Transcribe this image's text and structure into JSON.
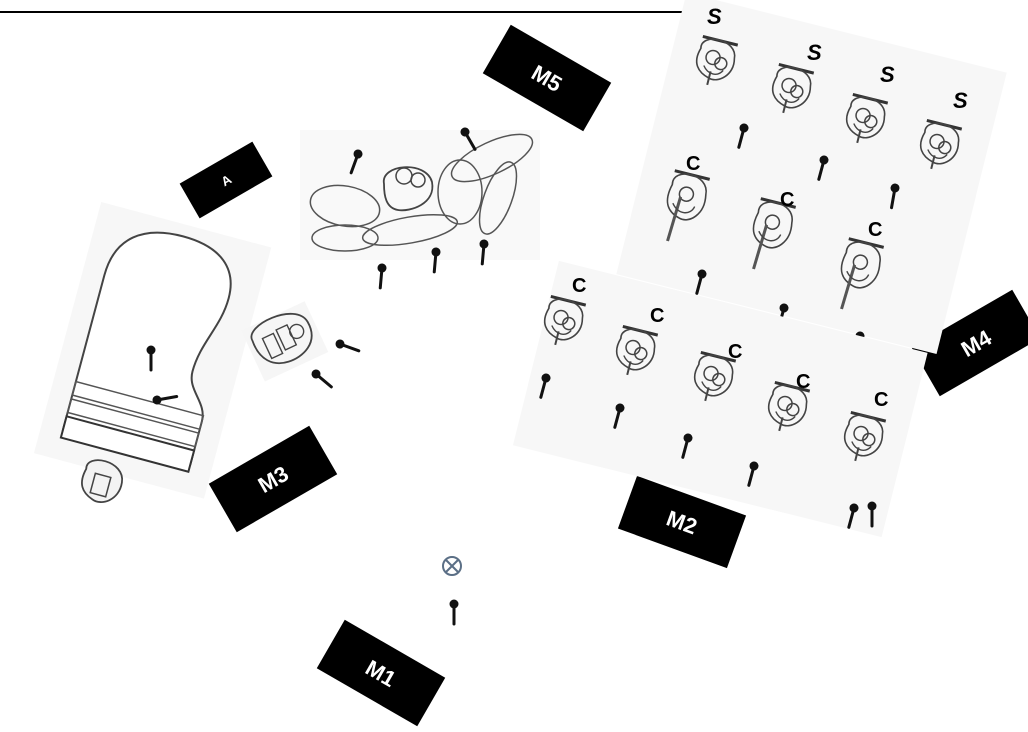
{
  "labels": {
    "a": "A",
    "m1": "M1",
    "m2": "M2",
    "m3": "M3",
    "m4": "M4",
    "m5": "M5"
  },
  "instrument_letters": {
    "s": "S",
    "c": "C"
  },
  "icons": {
    "conductor": "circle-x-icon",
    "microphone": "microphone-icon",
    "player": "player-chair-icon",
    "piano": "grand-piano-icon"
  },
  "colors": {
    "label_bg": "#000000",
    "label_text": "#ffffff",
    "line": "#222222",
    "conductor": "#5b6f86"
  }
}
